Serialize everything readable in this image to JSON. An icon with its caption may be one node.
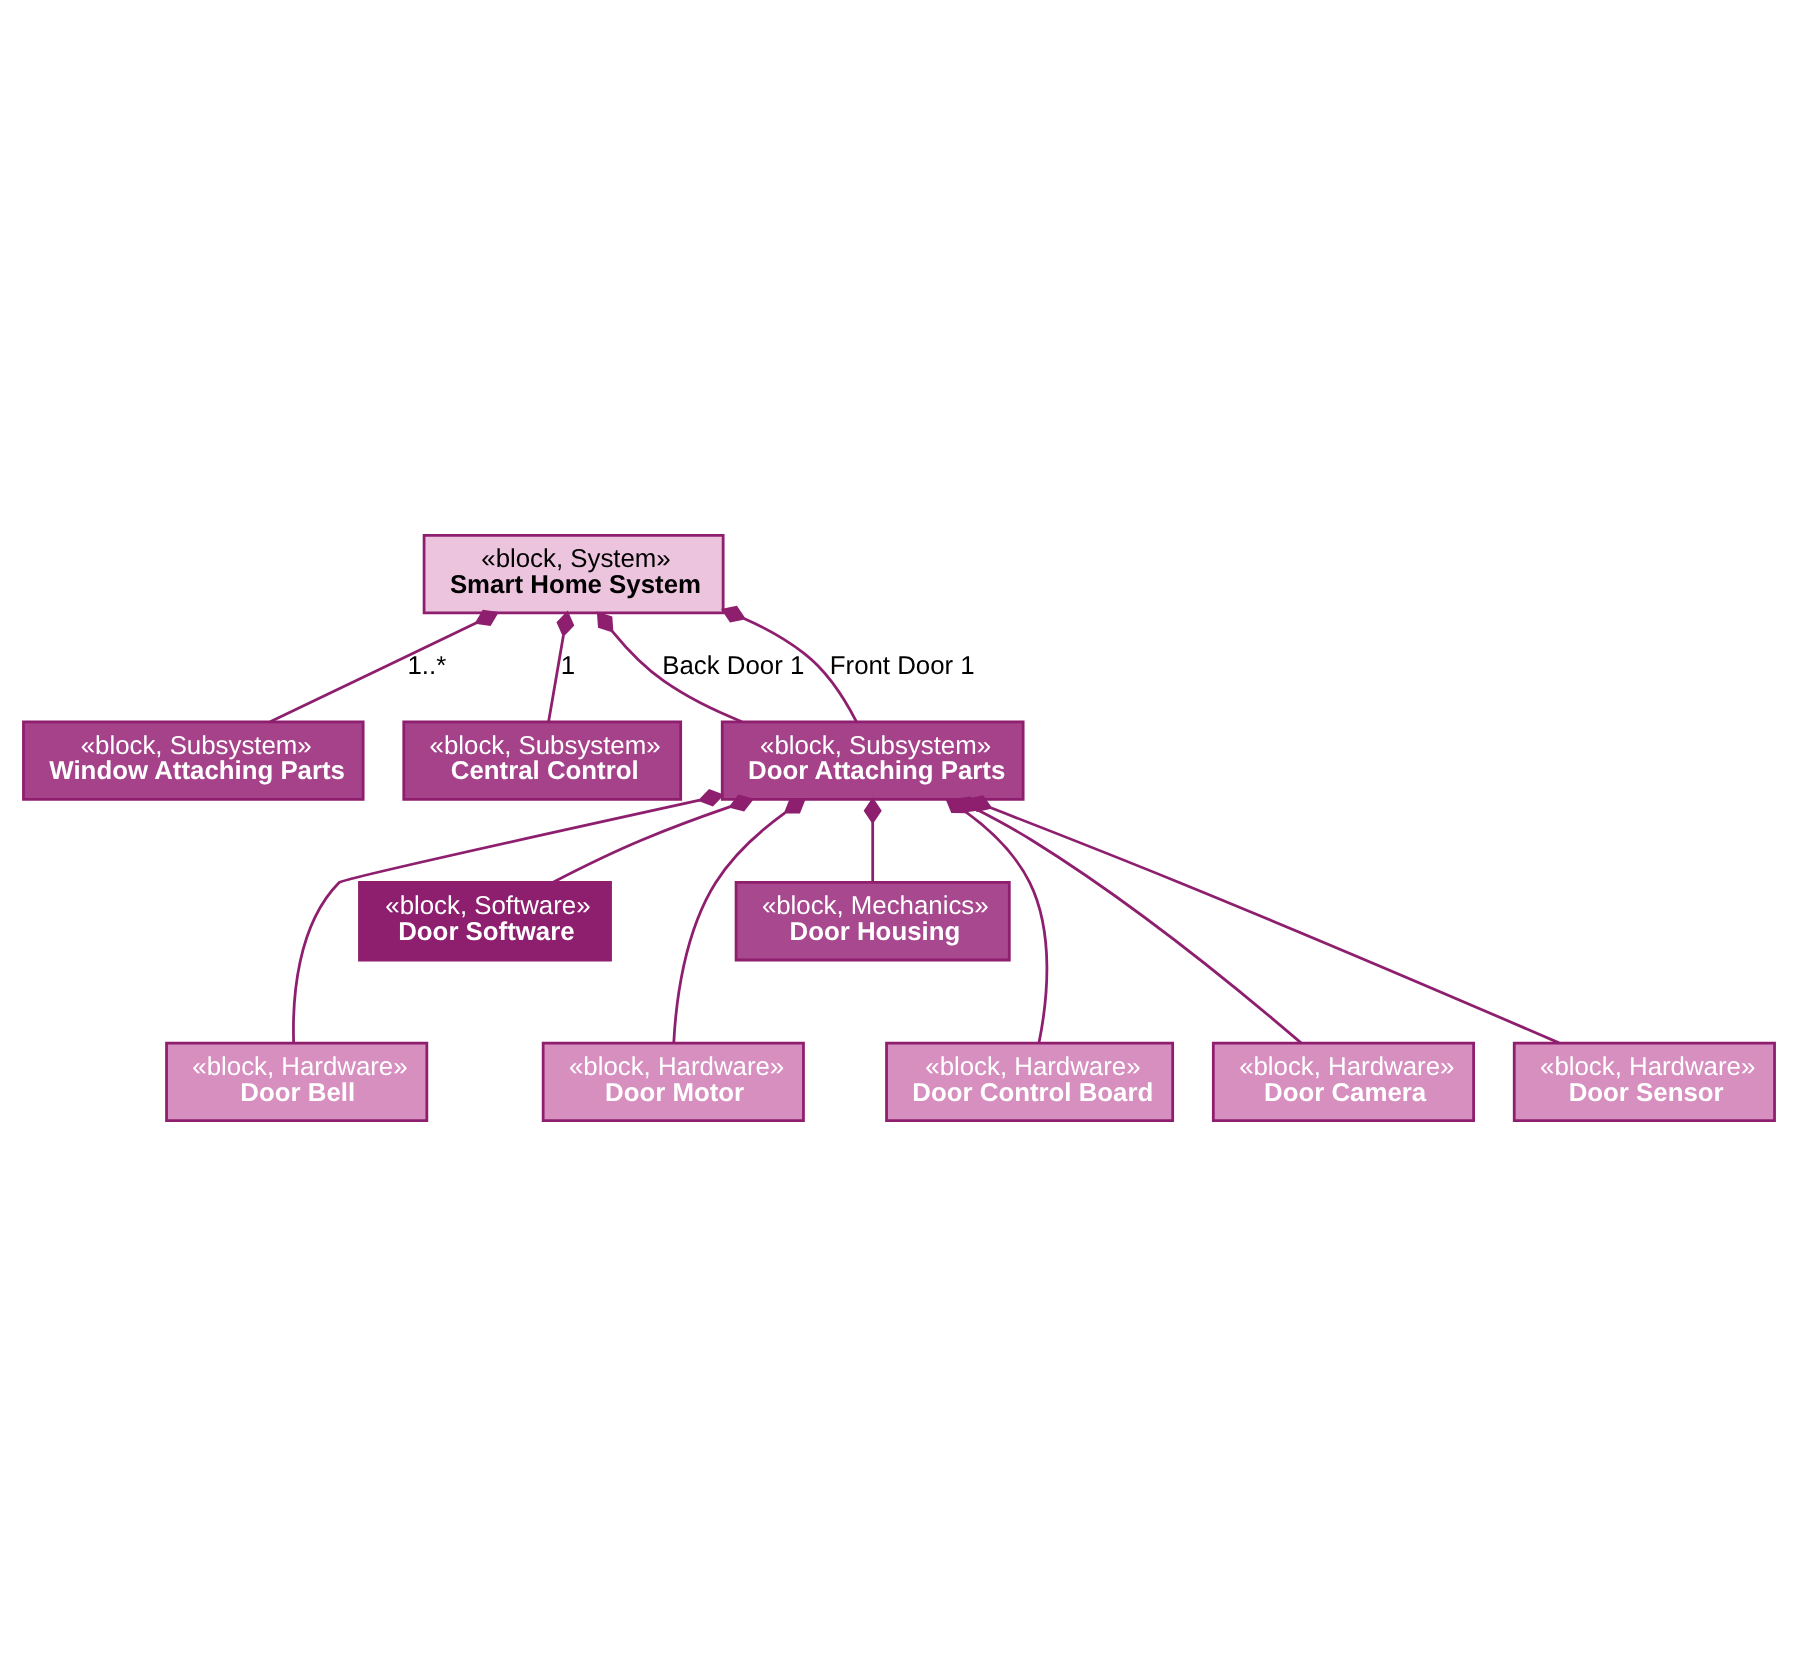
{
  "diagram": {
    "nodes": [
      {
        "text": [
          "«block, System»",
          "Smart Home System"
        ]
      },
      {
        "text": [
          "«block, Subsystem»",
          "Window Attaching Parts"
        ]
      },
      {
        "text": [
          "«block, Subsystem»",
          "Central Control"
        ]
      },
      {
        "text": [
          "«block, Subsystem»",
          "Door Attaching Parts"
        ]
      },
      {
        "text": [
          "«block, Hardware»",
          "Door Bell"
        ]
      },
      {
        "text": [
          "«block, Software»",
          "Door Software"
        ]
      },
      {
        "text": [
          "«block, Hardware»",
          "Door Motor"
        ]
      },
      {
        "text": [
          "«block, Mechanics»",
          "Door Housing"
        ]
      },
      {
        "text": [
          "«block, Hardware»",
          "Door Control Board"
        ]
      },
      {
        "text": [
          "«block, Hardware»",
          "Door Camera"
        ]
      },
      {
        "text": [
          "«block, Hardware»",
          "Door Sensor"
        ]
      }
    ],
    "edges": [
      {
        "from": 0,
        "to": 1,
        "arrow": "other",
        "label": "1..*"
      },
      {
        "from": 0,
        "to": 2,
        "arrow": "other",
        "label": "1"
      },
      {
        "from": 0,
        "to": 3,
        "arrow": "other",
        "label": "Back Door 1"
      },
      {
        "from": 0,
        "to": 3,
        "arrow": "other",
        "label": "Front Door 1"
      },
      {
        "from": 3,
        "to": 4,
        "arrow": "other"
      },
      {
        "from": 3,
        "to": 5,
        "arrow": "other"
      },
      {
        "from": 3,
        "to": 6,
        "arrow": "other"
      },
      {
        "from": 3,
        "to": 7,
        "arrow": "other"
      },
      {
        "from": 3,
        "to": 8,
        "arrow": "other"
      },
      {
        "from": 3,
        "to": 9,
        "arrow": "other"
      },
      {
        "from": 3,
        "to": 10,
        "arrow": "other"
      }
    ]
  }
}
